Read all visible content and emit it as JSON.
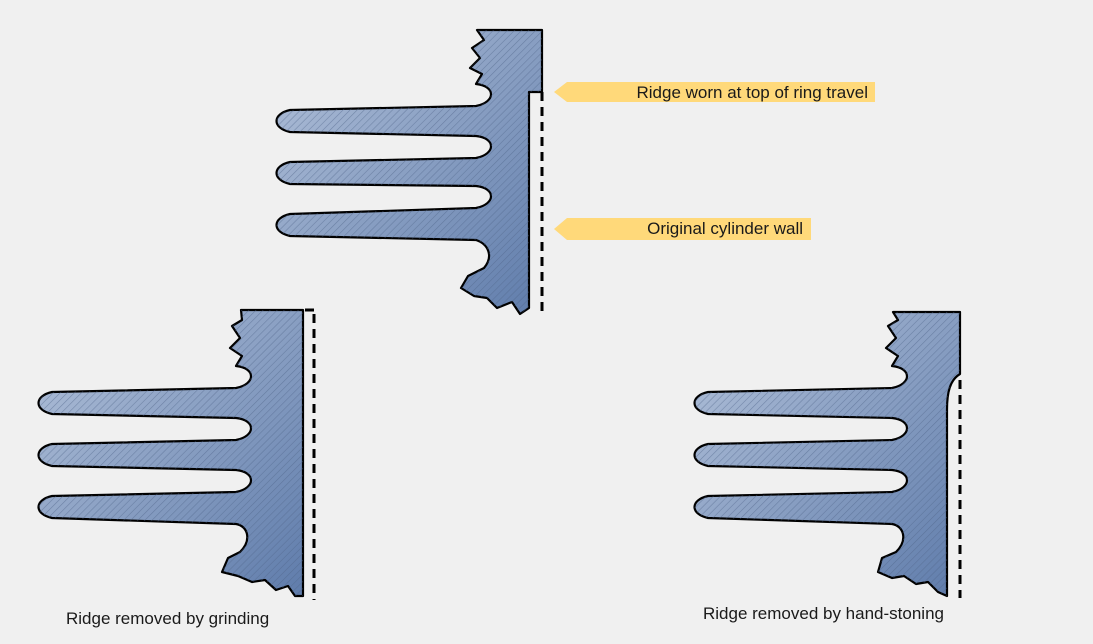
{
  "colors": {
    "background": "#f0f0f0",
    "metal_light": "#aebdd6",
    "metal_dark": "#5d7aa8",
    "hatch": "#5a6f93",
    "callout_fill": "#ffd97a",
    "outline": "#000000"
  },
  "callouts": [
    {
      "text": "Ridge worn at top of ring travel"
    },
    {
      "text": "Original cylinder wall"
    }
  ],
  "captions": {
    "grinding": "Ridge removed by grinding",
    "hand_stoning": "Ridge removed by hand-stoning"
  }
}
